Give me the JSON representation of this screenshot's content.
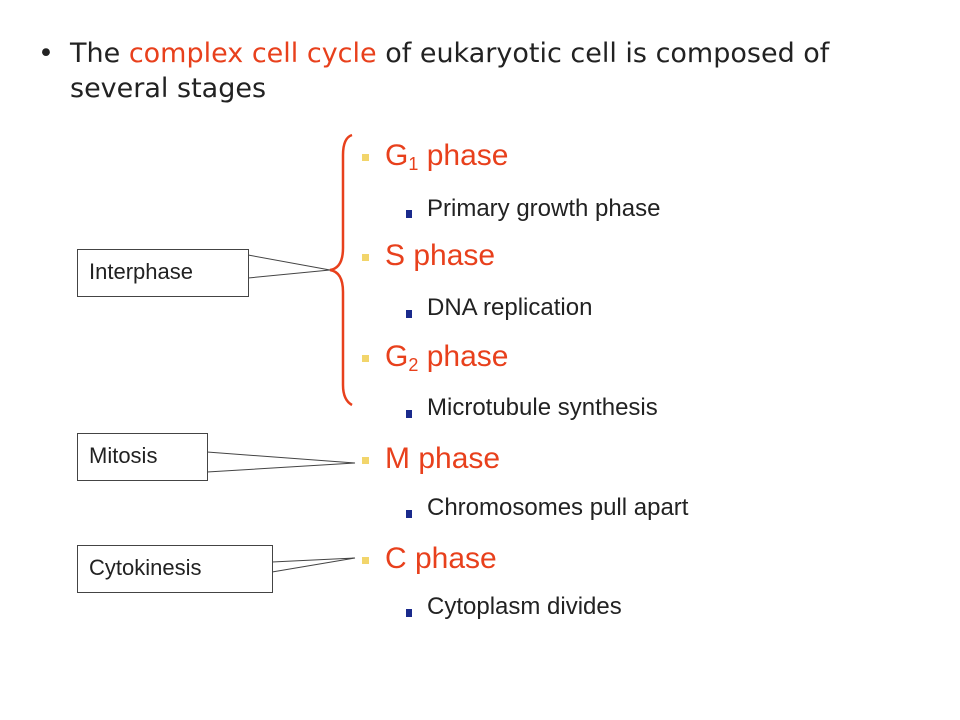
{
  "intro": {
    "bullet": "•",
    "before": "The ",
    "highlight": "complex cell cycle",
    "after": " of eukaryotic cell is composed of several stages"
  },
  "phases": [
    {
      "pre": "G",
      "sub": "1",
      "post": " phase",
      "detail": "Primary growth phase"
    },
    {
      "pre": "S phase",
      "sub": "",
      "post": "",
      "detail": "DNA replication"
    },
    {
      "pre": "G",
      "sub": "2",
      "post": " phase",
      "detail": "Microtubule synthesis"
    },
    {
      "pre": "M phase",
      "sub": "",
      "post": "",
      "detail": "Chromosomes pull apart"
    },
    {
      "pre": "C phase",
      "sub": "",
      "post": "",
      "detail": "Cytoplasm divides"
    }
  ],
  "labels": {
    "interphase": "Interphase",
    "mitosis": "Mitosis",
    "cytokinesis": "Cytokinesis"
  },
  "colors": {
    "accent": "#e8401c",
    "phase_bullet": "#f2d56b",
    "detail_bullet": "#1a2a8c",
    "text": "#222222"
  }
}
